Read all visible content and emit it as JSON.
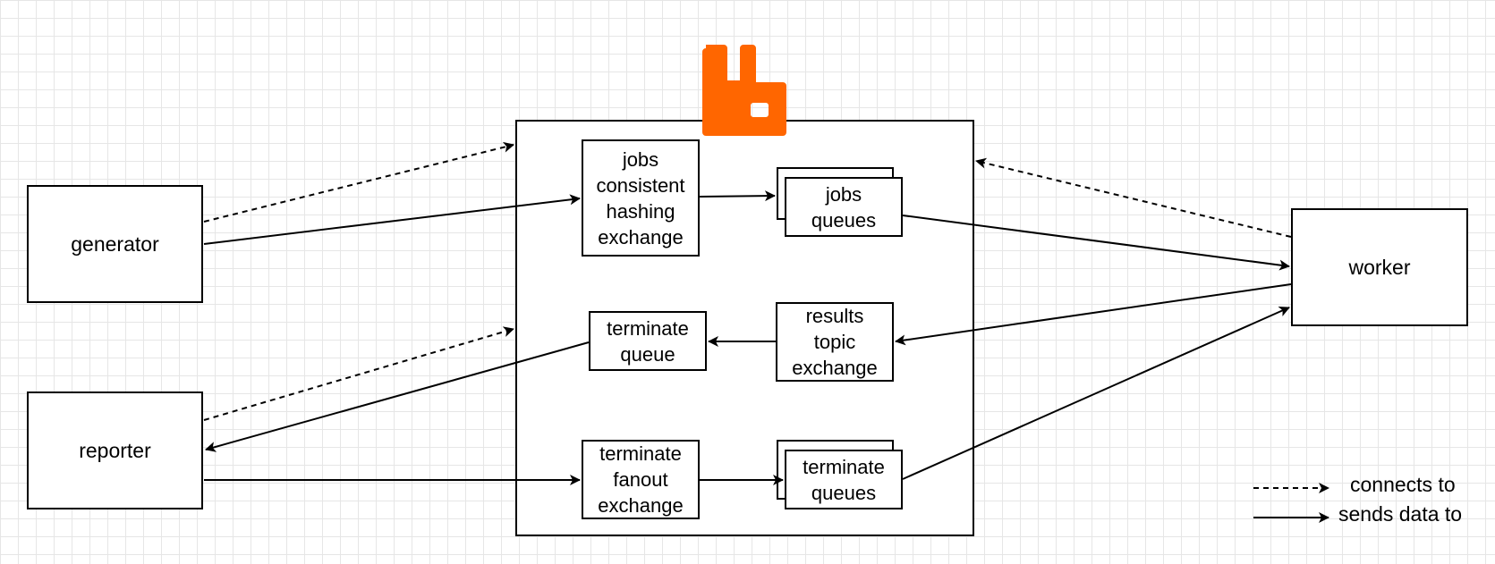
{
  "actors": {
    "generator": "generator",
    "reporter": "reporter",
    "worker": "worker"
  },
  "broker": {
    "logo": "rabbitmq-logo-icon",
    "logo_color": "#FF6600",
    "jobs_exchange": "jobs\nconsistent\nhashing\nexchange",
    "jobs_queues": "jobs\nqueues",
    "terminate_queue": "terminate\nqueue",
    "results_exchange": "results\ntopic\nexchange",
    "terminate_exchange": "terminate\nfanout\nexchange",
    "terminate_queues": "terminate\nqueues"
  },
  "legend": {
    "dashed": "connects to",
    "solid": "sends data to"
  }
}
